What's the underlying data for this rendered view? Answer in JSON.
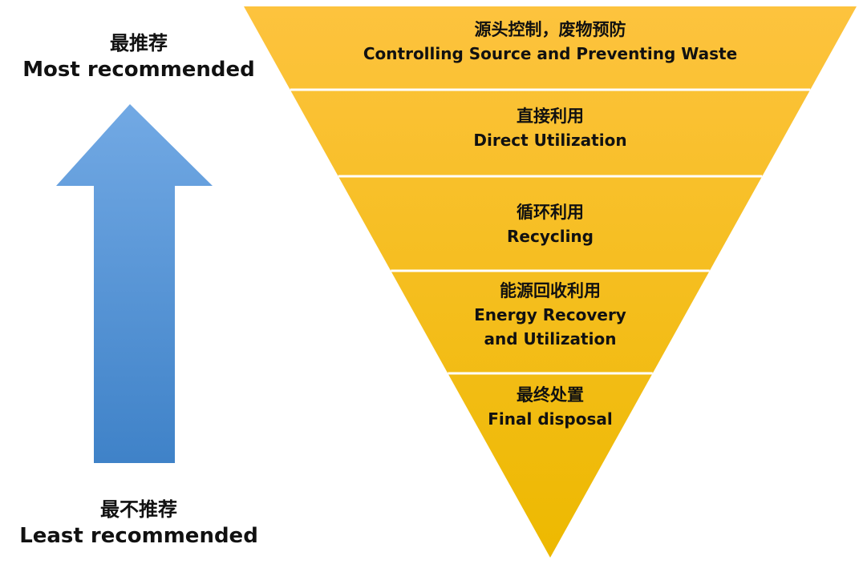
{
  "axis_labels": {
    "top": {
      "zh": "最推荐",
      "en": "Most recommended"
    },
    "bottom": {
      "zh": "最不推荐",
      "en": "Least recommended"
    }
  },
  "arrow_icon": "arrow-up-icon",
  "colors": {
    "arrow_top": "#72a9e4",
    "arrow_bottom": "#3f82c8",
    "tier_top": "#fdc33e",
    "tier_bottom": "#edb900",
    "divider": "#ffffff"
  },
  "tiers": [
    {
      "zh": "源头控制，废物预防",
      "en": [
        "Controlling Source and Preventing Waste"
      ]
    },
    {
      "zh": "直接利用",
      "en": [
        "Direct Utilization"
      ]
    },
    {
      "zh": "循环利用",
      "en": [
        "Recycling"
      ]
    },
    {
      "zh": "能源回收利用",
      "en": [
        "Energy Recovery",
        "and Utilization"
      ]
    },
    {
      "zh": "最终处置",
      "en": [
        "Final disposal"
      ]
    }
  ]
}
